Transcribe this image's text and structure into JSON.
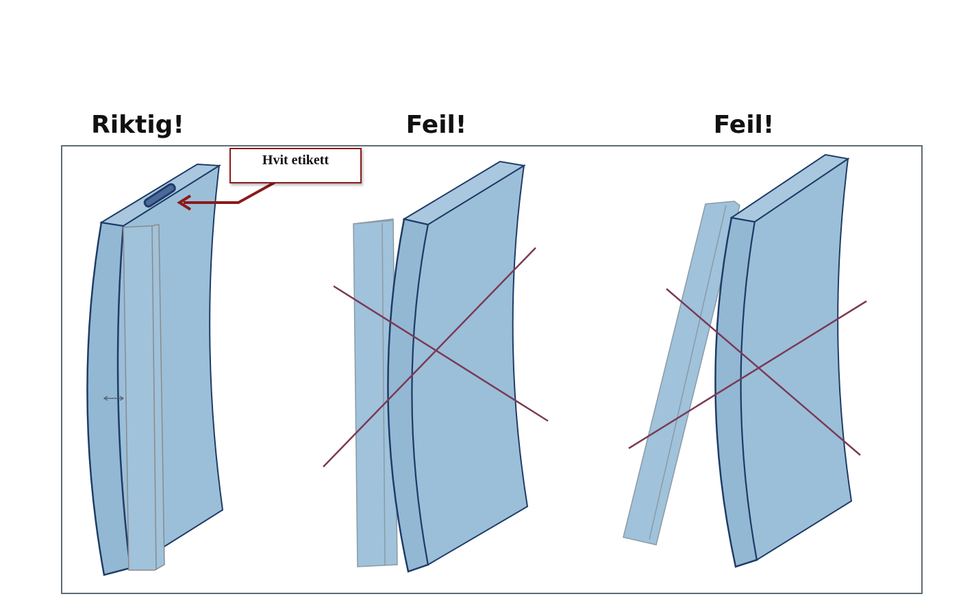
{
  "panels": [
    {
      "heading": "Riktig!"
    },
    {
      "heading": "Feil!"
    },
    {
      "heading": "Feil!"
    }
  ],
  "callout": {
    "label": "Hvit etikett"
  },
  "colors": {
    "panel_fill": "#9bbfd9",
    "panel_edge": "#1f3b66",
    "cross": "#7a3a55",
    "arrow": "#8b1a1a",
    "frame": "#5d6b72"
  }
}
